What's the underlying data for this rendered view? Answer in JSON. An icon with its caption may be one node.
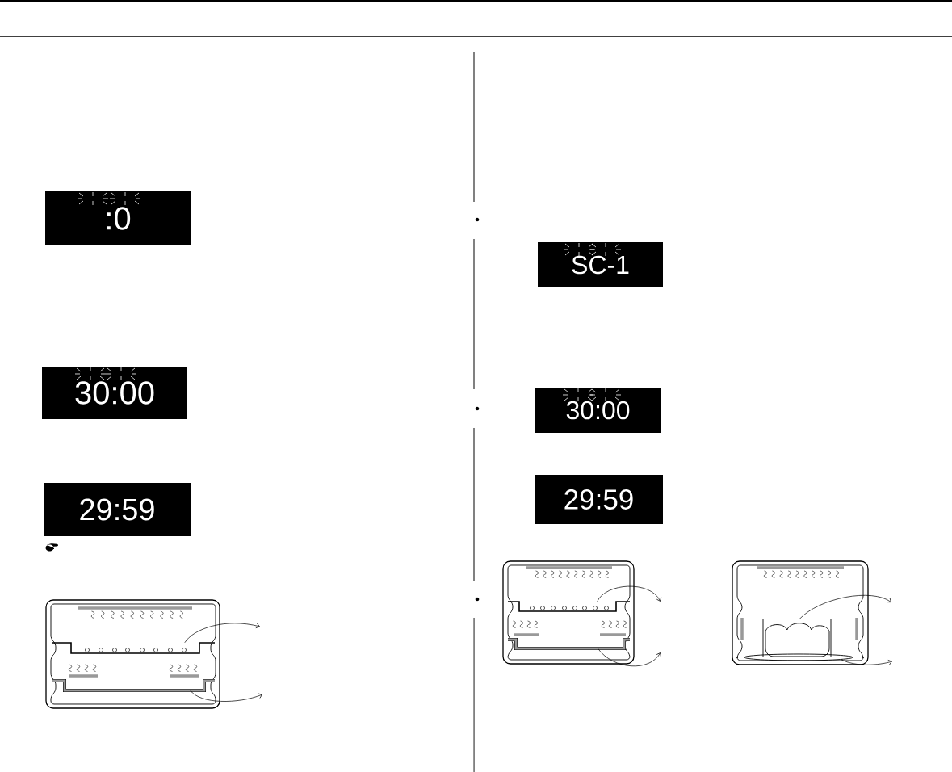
{
  "diagram": {
    "nodes": [
      {
        "text": [
          ":0"
        ]
      },
      {
        "text": [
          "30:00"
        ]
      },
      {
        "text": [
          "29:59"
        ]
      },
      {
        "text": [],
        "shape": "rack"
      },
      {
        "text": [],
        "shape": "tray"
      },
      {
        "text": [
          "SC-1"
        ]
      },
      {
        "text": [
          "30:00"
        ]
      },
      {
        "text": [
          "29:59"
        ]
      },
      {
        "text": [],
        "shape": "rack"
      },
      {
        "text": [],
        "shape": "tray"
      },
      {
        "text": [],
        "shape": "bowl"
      },
      {
        "text": [],
        "shape": "ellipse"
      }
    ],
    "edges": [
      {
        "from": 3,
        "to": null,
        "arrow": "to"
      },
      {
        "from": 4,
        "to": null,
        "arrow": "to"
      },
      {
        "from": 8,
        "to": null,
        "arrow": "to"
      },
      {
        "from": 9,
        "to": null,
        "arrow": "to"
      },
      {
        "from": 10,
        "to": null,
        "arrow": "to"
      },
      {
        "from": 11,
        "to": null,
        "arrow": "to"
      }
    ]
  }
}
